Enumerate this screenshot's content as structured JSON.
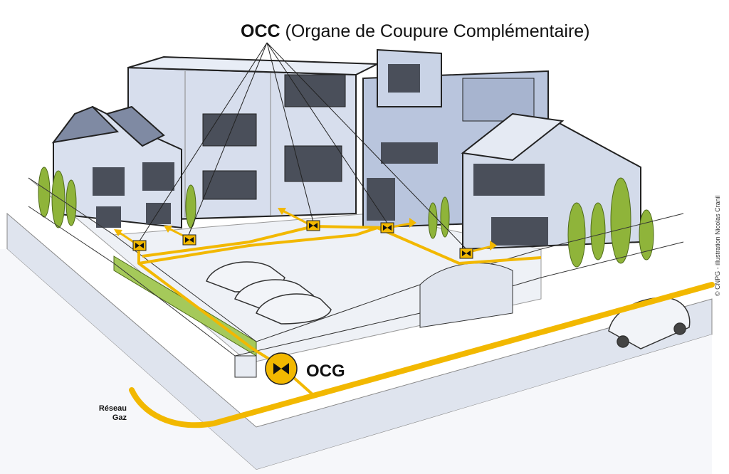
{
  "diagram": {
    "title_bold": "OCC",
    "title_rest": " (Organe de Coupure Complémentaire)",
    "ocg_label": "OCG",
    "network_label_line1": "Réseau",
    "network_label_line2": "Gaz",
    "credit": "© CNPG - illustration Nicolas Cranil"
  },
  "colors": {
    "gas_line": "#f2b800",
    "valve_fill": "#f2b800",
    "valve_symbol": "#111111",
    "building": "#c9d3e6",
    "building_dark": "#9eabc5",
    "window": "#4a4f5a",
    "tree": "#8fb43a",
    "ground": "#eef1f6",
    "outline": "#222222"
  }
}
